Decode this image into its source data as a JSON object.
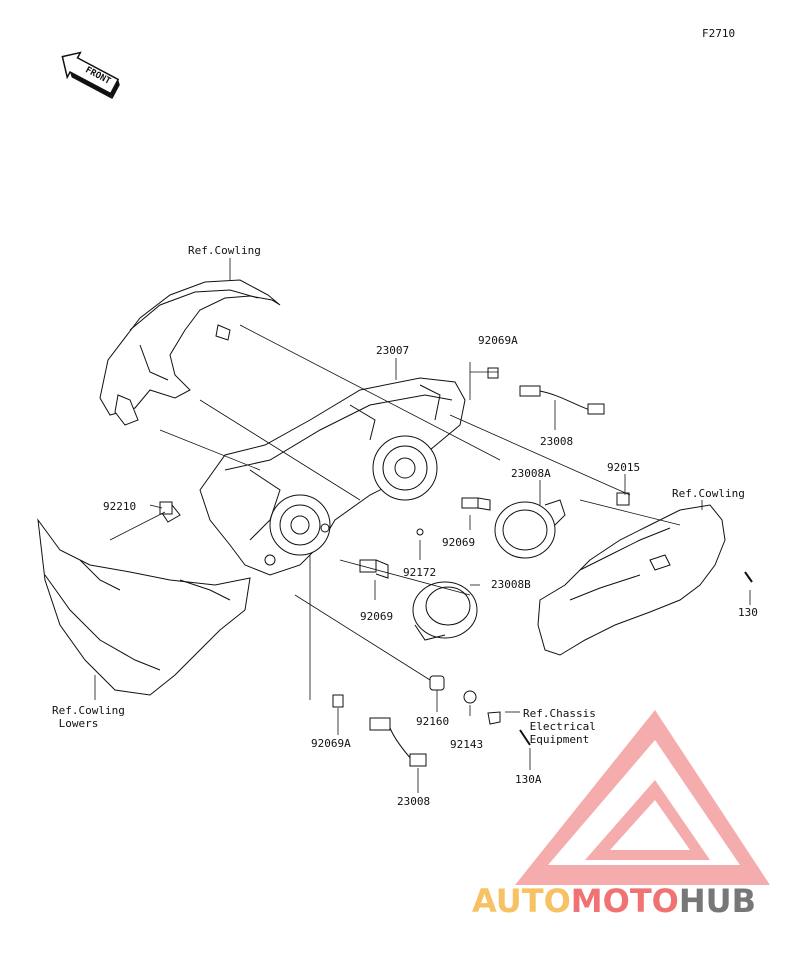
{
  "diagram": {
    "code": "F2710",
    "front_badge": "FRONT",
    "labels": {
      "ref_cowling_top": "Ref.Cowling",
      "ref_cowling_right": "Ref.Cowling",
      "ref_cowling_lowers": "Ref.Cowling\n Lowers",
      "ref_chassis": "Ref.Chassis\n Electrical\n Equipment",
      "p23007": "23007",
      "p92069A_top": "92069A",
      "p23008_top": "23008",
      "p23008A": "23008A",
      "p92015": "92015",
      "p92210": "92210",
      "p92069_a": "92069",
      "p92172": "92172",
      "p23008B": "23008B",
      "p92069_b": "92069",
      "p130": "130",
      "p92160": "92160",
      "p92143": "92143",
      "p130A": "130A",
      "p92069A_bottom": "92069A",
      "p23008_bottom": "23008"
    }
  },
  "watermark": {
    "part1": "AUTO",
    "part2": "MOTO",
    "part3": "HUB",
    "color1": "#f5b84a",
    "color2": "#ee5a5a",
    "color3": "#777777"
  }
}
